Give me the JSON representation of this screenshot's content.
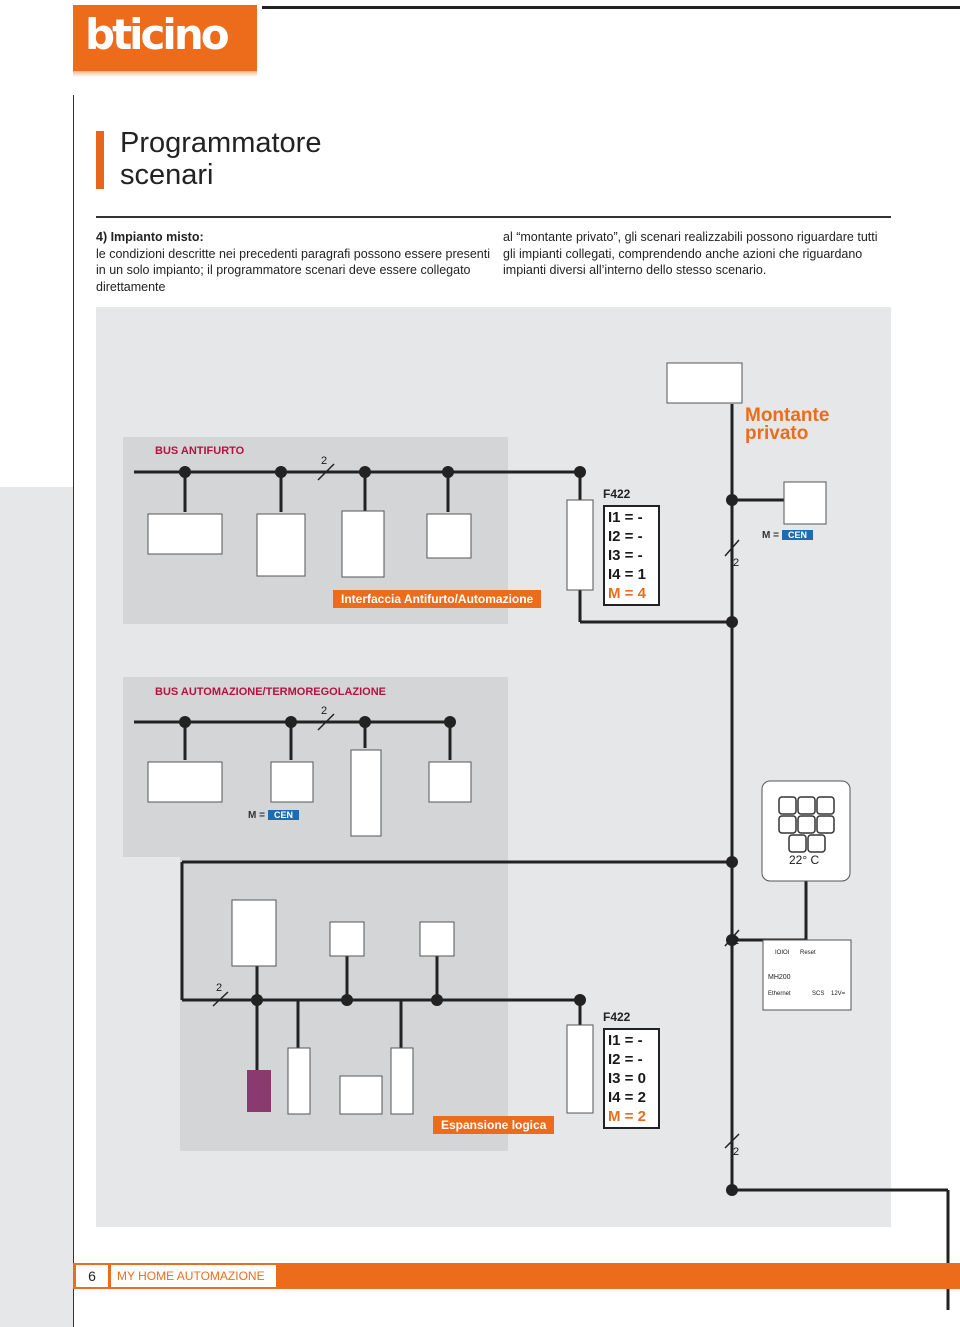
{
  "brand": {
    "logo_text": "bticino"
  },
  "header": {
    "title_line1": "Programmatore",
    "title_line2": "scenari"
  },
  "intro": {
    "heading": "4) Impianto misto:",
    "left_text": "le condizioni descritte nei precedenti paragrafi possono essere presenti in un solo impianto; il programmatore scenari deve essere collegato direttamente",
    "right_text": "al “montante privato”, gli scenari realizzabili possono riguardare tutti gli impianti collegati, comprendendo anche azioni che riguardano impianti diversi all’interno dello stesso scenario."
  },
  "diagram": {
    "montante_line1": "Montante",
    "montante_line2": "privato",
    "bus_antifurto": "BUS ANTIFURTO",
    "bus_automazione": "BUS AUTOMAZIONE/TERMOREGOLAZIONE",
    "interfaccia_label": "Interfaccia Antifurto/Automazione",
    "espansione_label": "Espansione logica",
    "wire_count": "2",
    "f422_top": {
      "label": "F422",
      "i1": "I1 = -",
      "i2": "I2 = -",
      "i3": "I3 = -",
      "i4": "I4 = 1",
      "m": "M = 4"
    },
    "f422_bottom": {
      "label": "F422",
      "i1": "I1 = -",
      "i2": "I2 = -",
      "i3": "I3 = 0",
      "i4": "I4 = 2",
      "m": "M = 2"
    },
    "m_prefix": "M =",
    "cen": "CEN",
    "thermostat_temp": "22° C",
    "gateway": {
      "io_label": "IOIOI",
      "reset": "Reset",
      "model": "MH200",
      "ethernet": "Ethernet",
      "scs": "SCS",
      "volt": "12V="
    }
  },
  "footer": {
    "page_number": "6",
    "section_title": "MY HOME AUTOMAZIONE"
  },
  "colors": {
    "accent": "#ec6c1c",
    "bus_label": "#b5123f",
    "cen_blue": "#1b6cb3",
    "panel_gray": "#e6e7e8"
  }
}
